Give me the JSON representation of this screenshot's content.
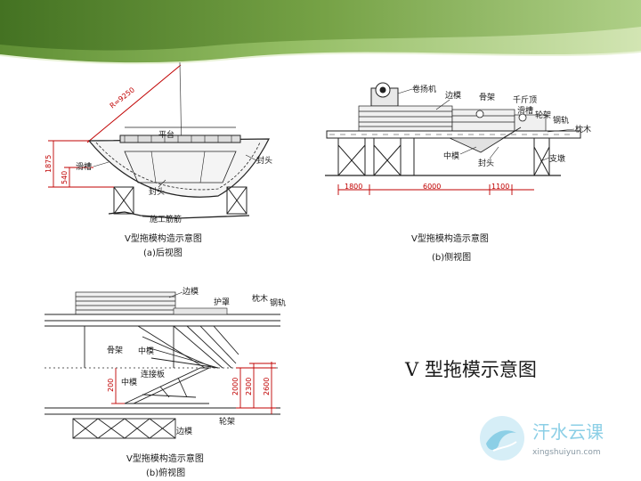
{
  "slide_title": "V 型拖模示意图",
  "rear_view": {
    "caption_main": "V型拖模构造示意图",
    "caption_sub": "(a)后视图",
    "labels": {
      "radius": "R=9250",
      "platform": "平台",
      "slide_groove": "滑槽",
      "end_cap_right": "封头",
      "end_cap_bottom": "封头",
      "construction_rebar": "施工筋筋"
    },
    "dimensions": {
      "total_height": "1875",
      "groove_height": "540"
    }
  },
  "side_view": {
    "caption_main": "V型拖模构造示意图",
    "caption_sub": "(b)侧视图",
    "labels": {
      "winch": "卷扬机",
      "side_form": "边模",
      "frame": "骨架",
      "jack": "千斤顶",
      "chute": "滑槽",
      "wheel_frame": "轮架",
      "rail": "钢轨",
      "sleeper": "枕木",
      "middle_form": "中模",
      "end_cap": "封头",
      "pier": "支墩"
    },
    "dimensions": {
      "left": "1800",
      "middle": "6000",
      "right": "1100"
    }
  },
  "top_view": {
    "caption_main": "V型拖模构造示意图",
    "caption_sub": "(b)俯视图",
    "labels": {
      "side_form_top": "边模",
      "guard": "护罩",
      "sleeper": "枕木",
      "rail": "钢轨",
      "frame": "骨架",
      "middle_form": "中模",
      "connecting_plate": "连接板",
      "middle_form_left": "中模",
      "wheel_frame": "轮架",
      "side_form_bottom": "边模"
    },
    "dimensions": {
      "d200": "200",
      "d2000": "2000",
      "d2300": "2300",
      "d2600": "2600"
    }
  },
  "logo": {
    "name": "汗水云课",
    "url": "xingshuiyun.com"
  },
  "colors": {
    "banner_dark": "#4e7a2a",
    "banner_light": "#c9dfa6",
    "dimension_red": "#c00000",
    "logo_blue": "#8ccfe6"
  }
}
